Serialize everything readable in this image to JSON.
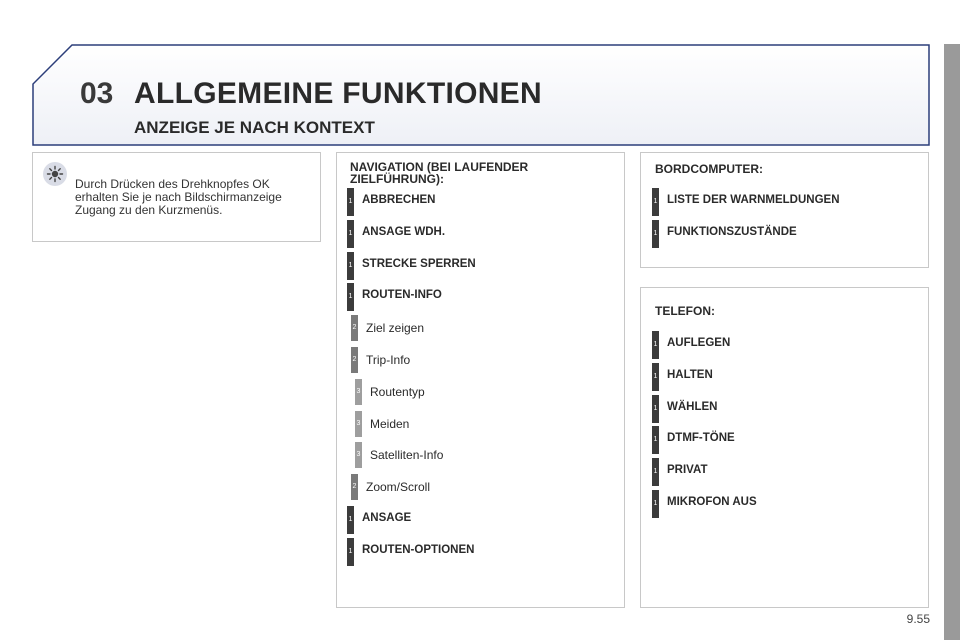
{
  "header": {
    "chapter_number": "03",
    "chapter_title": "ALLGEMEINE FUNKTIONEN",
    "subtitle": "ANZEIGE JE NACH KONTEXT"
  },
  "info": {
    "icon": "sun-bulb-icon",
    "text": "Durch Drücken des Drehknopfes OK erhalten Sie je nach Bildschirmanzeige Zugang zu den Kurzmenüs."
  },
  "navigation": {
    "title": "NAVIGATION (BEI LAUFENDER ZIELFÜHRUNG):",
    "items": [
      {
        "level": "1",
        "label": "ABBRECHEN"
      },
      {
        "level": "1",
        "label": "ANSAGE WDH."
      },
      {
        "level": "1",
        "label": "STRECKE SPERREN"
      },
      {
        "level": "1",
        "label": "ROUTEN-INFO"
      },
      {
        "level": "2",
        "label": "Ziel zeigen"
      },
      {
        "level": "2",
        "label": "Trip-Info"
      },
      {
        "level": "3",
        "label": "Routentyp"
      },
      {
        "level": "3",
        "label": "Meiden"
      },
      {
        "level": "3",
        "label": "Satelliten-Info"
      },
      {
        "level": "2",
        "label": "Zoom/Scroll"
      },
      {
        "level": "1",
        "label": "ANSAGE"
      },
      {
        "level": "1",
        "label": "ROUTEN-OPTIONEN"
      }
    ]
  },
  "bordcomputer": {
    "title": "BORDCOMPUTER:",
    "items": [
      {
        "level": "1",
        "label": "LISTE DER WARNMELDUNGEN"
      },
      {
        "level": "1",
        "label": "FUNKTIONSZUSTÄNDE"
      }
    ]
  },
  "telefon": {
    "title": "TELEFON:",
    "items": [
      {
        "level": "1",
        "label": "AUFLEGEN"
      },
      {
        "level": "1",
        "label": "HALTEN"
      },
      {
        "level": "1",
        "label": "WÄHLEN"
      },
      {
        "level": "1",
        "label": "DTMF-TÖNE"
      },
      {
        "level": "1",
        "label": "PRIVAT"
      },
      {
        "level": "1",
        "label": "MIKROFON AUS"
      }
    ]
  },
  "page_number": "9.55"
}
